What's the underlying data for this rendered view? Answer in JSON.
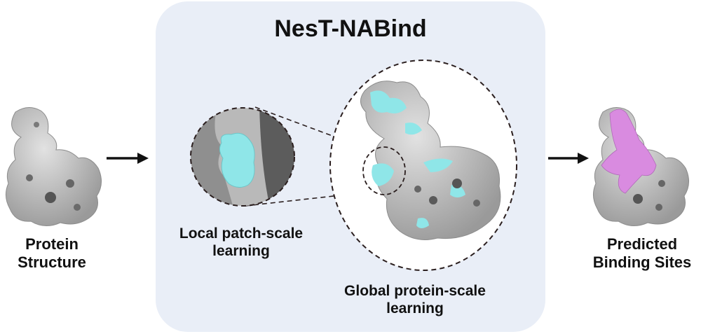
{
  "title": "NesT-NABind",
  "input_label": [
    "Protein",
    "Structure"
  ],
  "local_label": [
    "Local patch-scale",
    "learning"
  ],
  "global_label": [
    "Global protein-scale",
    "learning"
  ],
  "output_label": [
    "Predicted",
    "Binding Sites"
  ],
  "icons": {
    "input": "protein-surface-icon",
    "local": "patch-zoom-icon",
    "global": "protein-surface-highlight-icon",
    "output": "binding-site-protein-icon"
  },
  "colors": {
    "panel_bg": "#e9eef7",
    "protein_gray": "#c8c8c8",
    "patch_cyan": "#8fe6e8",
    "binding_pink": "#d98be0",
    "arrow": "#111111"
  }
}
